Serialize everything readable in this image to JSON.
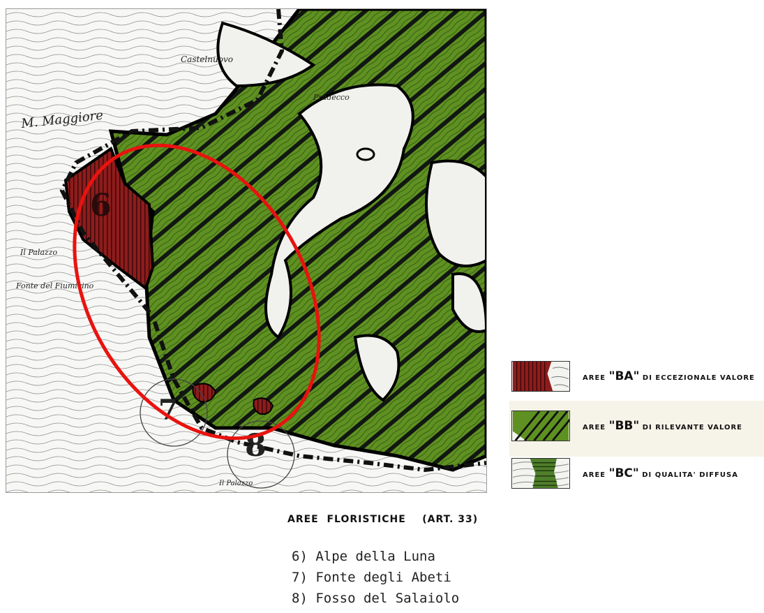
{
  "map": {
    "region_numbers": [
      "6",
      "7",
      "8"
    ],
    "place_labels": [
      "M. Maggiore",
      "Castelnuovo",
      "Il Palazzo",
      "Fonte del Fiumicino",
      "Il Palazzo",
      "Pradecco"
    ],
    "highlight_color": "#e8130f",
    "colors": {
      "ba": "#8b1a1a",
      "bb": "#5a8c1e",
      "bc": "#4a7a26"
    }
  },
  "legend": [
    {
      "prefix": "AREE ",
      "code": "\"BA\"",
      "suffix": " DI ECCEZIONALE VALORE"
    },
    {
      "prefix": "AREE ",
      "code": "\"BB\"",
      "suffix": " DI RILEVANTE VALORE"
    },
    {
      "prefix": "AREE ",
      "code": "\"BC\"",
      "suffix": " DI QUALITA' DIFFUSA"
    }
  ],
  "section_title": "AREE  FLORISTICHE    (ART. 33)",
  "areas": [
    "6) Alpe della Luna",
    "7) Fonte degli Abeti",
    "8) Fosso del Salaiolo"
  ]
}
